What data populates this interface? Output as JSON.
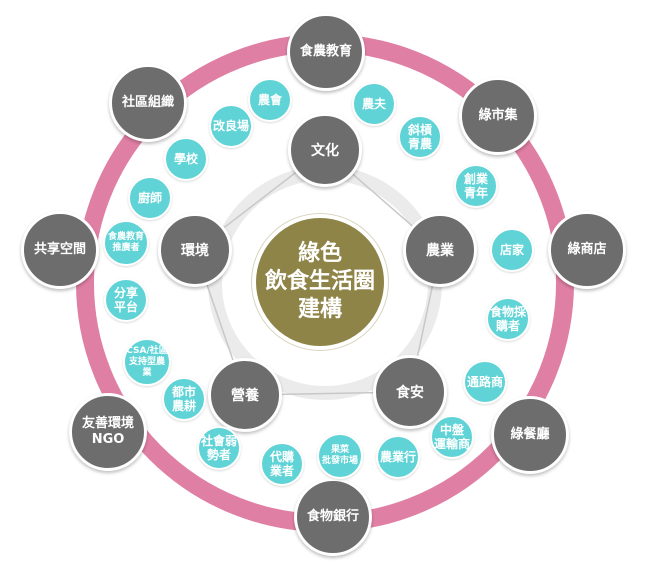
{
  "colors": {
    "outer_ring": "#e07fa4",
    "inner_ring": "#ebebeb",
    "center": "#8e8447",
    "gray_node": "#6d6d6d",
    "cyan_node": "#5fd3d6",
    "pentagon_line": "#c8c8c8"
  },
  "center": {
    "label": "綠色\n飲食生活圈\n建構"
  },
  "pillars": [
    {
      "label": "文化"
    },
    {
      "label": "農業"
    },
    {
      "label": "食安"
    },
    {
      "label": "營養"
    },
    {
      "label": "環境"
    }
  ],
  "outer_nodes": [
    {
      "label": "食農教育"
    },
    {
      "label": "綠市集"
    },
    {
      "label": "綠商店"
    },
    {
      "label": "綠餐廳"
    },
    {
      "label": "食物銀行"
    },
    {
      "label": "友善環境\nNGO"
    },
    {
      "label": "共享空間"
    },
    {
      "label": "社區組織"
    }
  ],
  "actors": [
    {
      "label": "農會"
    },
    {
      "label": "農夫"
    },
    {
      "label": "斜槓\n青農"
    },
    {
      "label": "改良場"
    },
    {
      "label": "學校"
    },
    {
      "label": "創業\n青年"
    },
    {
      "label": "廚師"
    },
    {
      "label": "店家"
    },
    {
      "label": "食農教育\n推廣者"
    },
    {
      "label": "分享\n平台"
    },
    {
      "label": "食物採\n購者"
    },
    {
      "label": "CSA/社區\n支持型農業"
    },
    {
      "label": "通路商"
    },
    {
      "label": "都市\n農耕"
    },
    {
      "label": "中盤\n運輸商"
    },
    {
      "label": "社會弱\n勢者"
    },
    {
      "label": "代購\n業者"
    },
    {
      "label": "果菜\n批發市場"
    },
    {
      "label": "農業行"
    }
  ]
}
